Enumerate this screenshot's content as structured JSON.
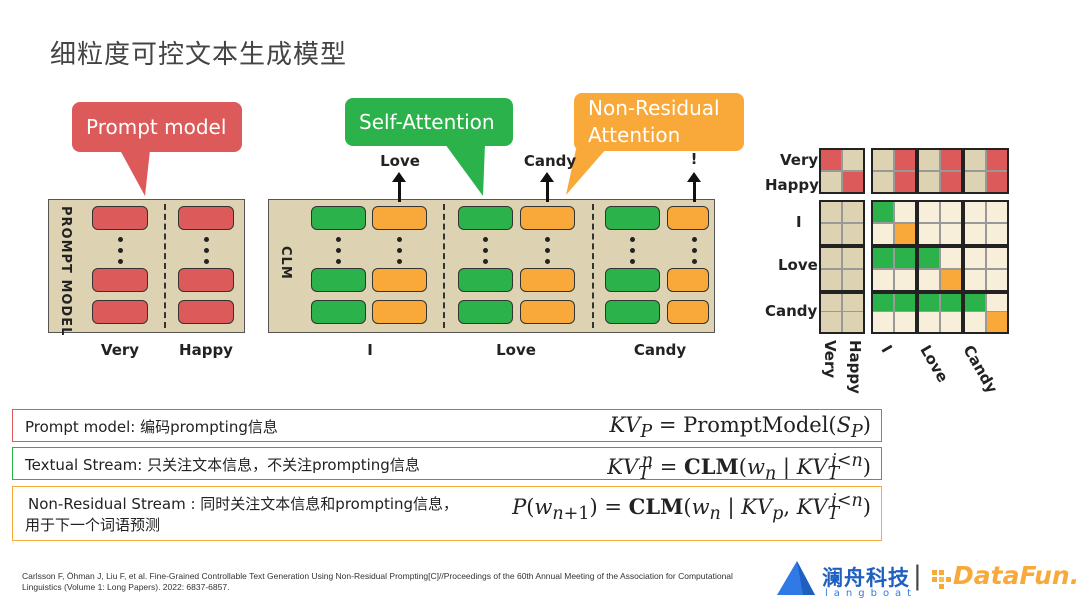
{
  "title": "细粒度可控文本生成模型",
  "callouts": {
    "prompt_model": "Prompt model",
    "self_attention": "Self-Attention",
    "non_residual_line1": "Non-Residual",
    "non_residual_line2": "Attention"
  },
  "prompt_panel": {
    "side_label": "PROMPT MODEL",
    "inputs": [
      "Very",
      "Happy"
    ]
  },
  "clm_panel": {
    "side_label": "CLM",
    "inputs": [
      "I",
      "Love",
      "Candy"
    ],
    "outputs": [
      "Love",
      "Candy",
      "!"
    ]
  },
  "matrix": {
    "row_labels": [
      "Very",
      "Happy",
      "I",
      "Love",
      "Candy"
    ],
    "col_labels": [
      "Very",
      "Happy",
      "I",
      "Love",
      "Candy"
    ]
  },
  "equations": [
    {
      "text": "Prompt model: 编码prompting信息",
      "formula": "KV_P = PromptModel(S_P)",
      "color": "#e05a5a"
    },
    {
      "text": "Textual Stream: 只关注文本信息，不关注prompting信息",
      "formula": "KV_T^n = CLM(w_n | KV_T^{i<n})",
      "color": "#2cb24a"
    },
    {
      "text_line1": "Non-Residual Stream : 同时关注文本信息和prompting信息，",
      "text_line2": "用于下一个词语预测",
      "formula": "P(w_{n+1}) = CLM(w_n | KV_p, KV_T^{i<n})",
      "color": "#f8a93a"
    }
  ],
  "reference": "Carlsson F, Öhman J, Liu F, et al. Fine-Grained Controllable Text Generation Using Non-Residual Prompting[C]//Proceedings of the 60th Annual Meeting of the Association for Computational Linguistics (Volume 1: Long Papers). 2022: 6837-6857.",
  "logos": {
    "langboat_cn": "澜舟科技",
    "langboat_en": "langboat",
    "separator": "|",
    "datafun": "DataFun."
  },
  "colors": {
    "red": "#dc5a5a",
    "green": "#2cb24a",
    "orange": "#f8a93a",
    "beige": "#ddd2b2",
    "cream": "#f7efd9"
  }
}
